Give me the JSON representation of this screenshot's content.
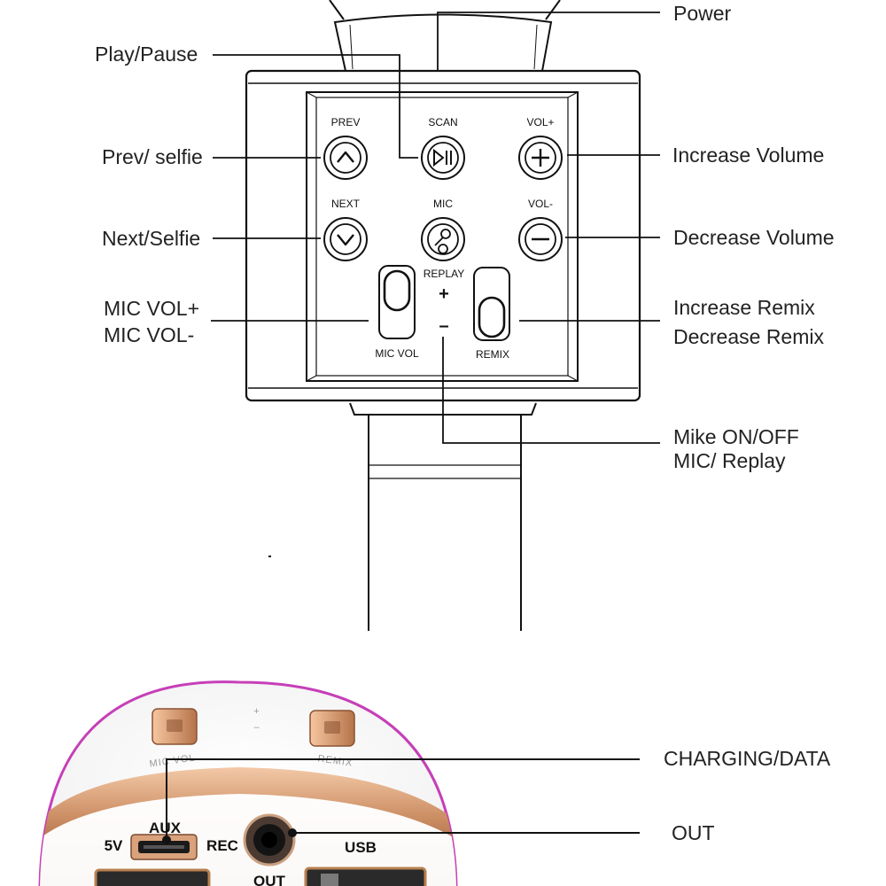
{
  "top_callouts": {
    "power": "Power",
    "play_pause": "Play/Pause",
    "prev_selfie": "Prev/ selfie",
    "next_selfie": "Next/Selfie",
    "mic_vol_plus": "MIC VOL+",
    "mic_vol_minus": "MIC VOL-",
    "increase_volume": "Increase Volume",
    "decrease_volume": "Decrease Volume",
    "increase_remix": "Increase Remix",
    "decrease_remix": "Decrease Remix",
    "mike_on_off": "Mike ON/OFF",
    "mic_replay": "MIC/ Replay"
  },
  "buttons": {
    "prev": "PREV",
    "scan": "SCAN",
    "vol_plus": "VOL+",
    "next": "NEXT",
    "mic": "MIC",
    "vol_minus": "VOL-",
    "replay": "REPLAY",
    "plus": "+",
    "minus": "–",
    "mic_vol": "MIC VOL",
    "remix": "REMIX"
  },
  "bottom_callouts": {
    "charging_data": "CHARGING/DATA",
    "out": "OUT"
  },
  "ports": {
    "aux": "AUX",
    "five_v": "5V",
    "rec": "REC",
    "usb": "USB",
    "out": "OUT",
    "plus": "+",
    "minus": "–",
    "mic_vol": "MIC VOL",
    "remix": "REMIX"
  },
  "colors": {
    "line": "#111111",
    "casing_rim": "#c63fb8",
    "rose_gold": "#c98a5f"
  },
  "icons": [
    "chevron-up-icon",
    "play-pause-icon",
    "plus-icon",
    "chevron-down-icon",
    "microphone-icon",
    "minus-icon"
  ]
}
